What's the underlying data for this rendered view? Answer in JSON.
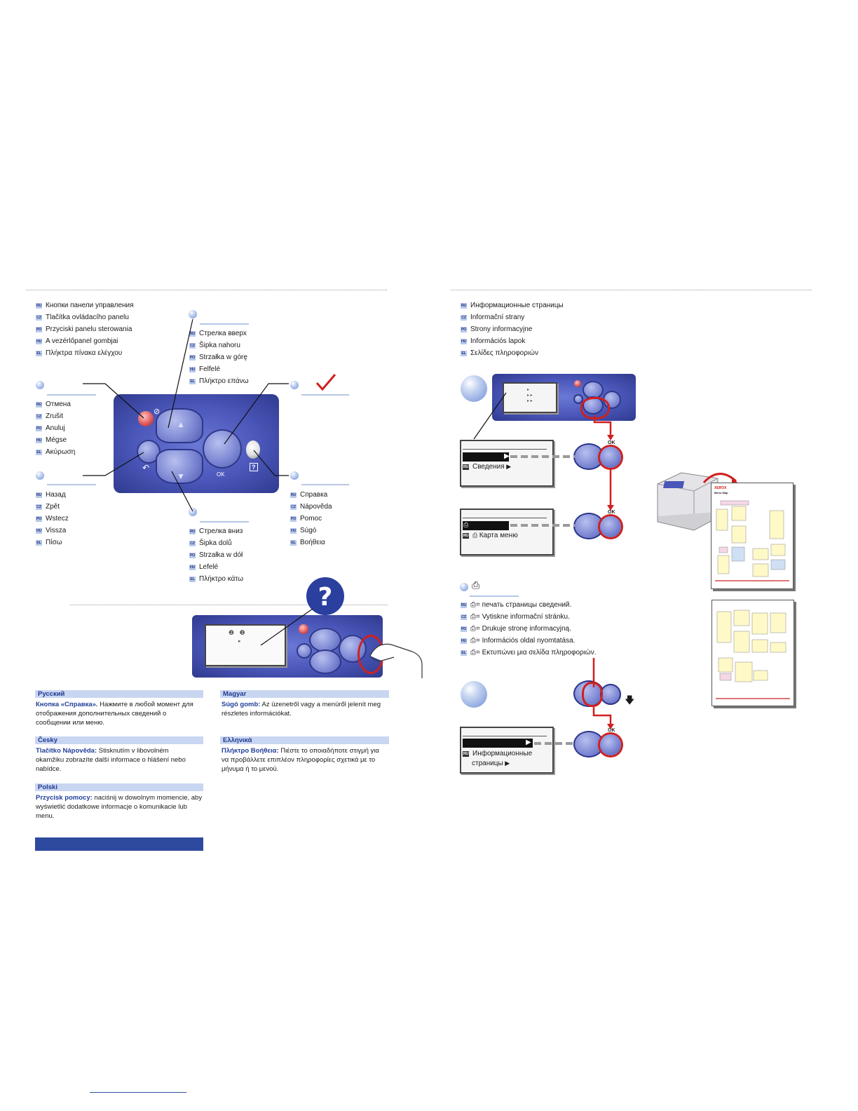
{
  "left": {
    "panel_buttons": {
      "items": [
        {
          "tag": "RU",
          "text": "Кнопки панели управления"
        },
        {
          "tag": "CZ",
          "text": "Tlačítka ovládacího panelu"
        },
        {
          "tag": "PO",
          "text": "Przyciski panelu sterowania"
        },
        {
          "tag": "HU",
          "text": "A vezérlőpanel gombjai"
        },
        {
          "tag": "EL",
          "text": "Πλήκτρα πίνακα ελέγχου"
        }
      ]
    },
    "up_arrow": {
      "items": [
        {
          "tag": "RU",
          "text": "Стрелка вверх"
        },
        {
          "tag": "CZ",
          "text": "Šipka nahoru"
        },
        {
          "tag": "PO",
          "text": "Strzałka w górę"
        },
        {
          "tag": "HU",
          "text": "Felfelé"
        },
        {
          "tag": "EL",
          "text": "Πλήκτρο επάνω"
        }
      ]
    },
    "cancel": {
      "items": [
        {
          "tag": "RU",
          "text": "Отмена"
        },
        {
          "tag": "CZ",
          "text": "Zrušit"
        },
        {
          "tag": "PO",
          "text": "Anuluj"
        },
        {
          "tag": "HU",
          "text": "Mégse"
        },
        {
          "tag": "EL",
          "text": "Ακύρωση"
        }
      ]
    },
    "back": {
      "items": [
        {
          "tag": "RU",
          "text": "Назад"
        },
        {
          "tag": "CZ",
          "text": "Zpět"
        },
        {
          "tag": "PO",
          "text": "Wstecz"
        },
        {
          "tag": "HU",
          "text": "Vissza"
        },
        {
          "tag": "EL",
          "text": "Πίσω"
        }
      ]
    },
    "help": {
      "items": [
        {
          "tag": "RU",
          "text": "Справка"
        },
        {
          "tag": "CZ",
          "text": "Nápověda"
        },
        {
          "tag": "PO",
          "text": "Pomoc"
        },
        {
          "tag": "HU",
          "text": "Súgó"
        },
        {
          "tag": "EL",
          "text": "Βοήθεια"
        }
      ]
    },
    "down_arrow": {
      "items": [
        {
          "tag": "RU",
          "text": "Стрелка вниз"
        },
        {
          "tag": "CZ",
          "text": "Šipka dolů"
        },
        {
          "tag": "PO",
          "text": "Strzałka w dół"
        },
        {
          "tag": "HU",
          "text": "Lefelé"
        },
        {
          "tag": "EL",
          "text": "Πλήκτρο κάτω"
        }
      ]
    },
    "ok_label": "OK",
    "help_sections": [
      {
        "title": "Русский",
        "bold": "Кнопка «Справка».",
        "text": " Нажмите в любой момент для отображения дополнительных сведений о сообщении или меню."
      },
      {
        "title": "Česky",
        "bold": "Tlačítko Nápověda:",
        "text": " Stisknutím v libovolném okamžiku zobrazíte další informace o hlášení nebo nabídce."
      },
      {
        "title": "Polski",
        "bold": "Przycisk pomocy:",
        "text": " naciśnij w dowolnym momencie, aby wyświetlić dodatkowe informacje o komunikacie lub menu."
      },
      {
        "title": "Magyar",
        "bold": "Súgó gomb:",
        "text": " Az üzenetről vagy a menüről jelenít meg részletes információkat."
      },
      {
        "title": "Ελληνικά",
        "bold": "Πλήκτρο Βοήθεια:",
        "text": " Πιέστε το οποιαδήποτε στιγμή για να προβάλλετε επιπλέον πληροφορίες σχετικά με το μήνυμα ή το μενού."
      }
    ]
  },
  "right": {
    "info_pages": {
      "items": [
        {
          "tag": "RU",
          "text": "Информационные страницы"
        },
        {
          "tag": "CZ",
          "text": "Informační strany"
        },
        {
          "tag": "PO",
          "text": "Strony informacyjne"
        },
        {
          "tag": "HU",
          "text": "Információs lapok"
        },
        {
          "tag": "EL",
          "text": "Σελίδες πληροφοριών"
        }
      ]
    },
    "lcd1_line": "Сведения",
    "lcd2_line": "Карта меню",
    "lcd3_line1": "Информационные",
    "lcd3_line2": "страницы",
    "lcd_tag": "RU",
    "ok_label": "OK",
    "print_info": {
      "items": [
        {
          "tag": "RU",
          "text": "= печать страницы сведений."
        },
        {
          "tag": "CZ",
          "text": "= Vytiskne informační stránku."
        },
        {
          "tag": "PO",
          "text": "= Drukuje stronę informacyjną."
        },
        {
          "tag": "HU",
          "text": "= Információs oldal nyomtatása."
        },
        {
          "tag": "EL",
          "text": "= Εκτυπώνει μια σελίδα πληροφοριών."
        }
      ]
    },
    "menu_map_brand": "XEROX",
    "menu_map_title": "Menu Map",
    "colors": {
      "accent": "#d0201f",
      "panel": "#4a56b8",
      "tag_bg": "#b9c9ea"
    }
  }
}
